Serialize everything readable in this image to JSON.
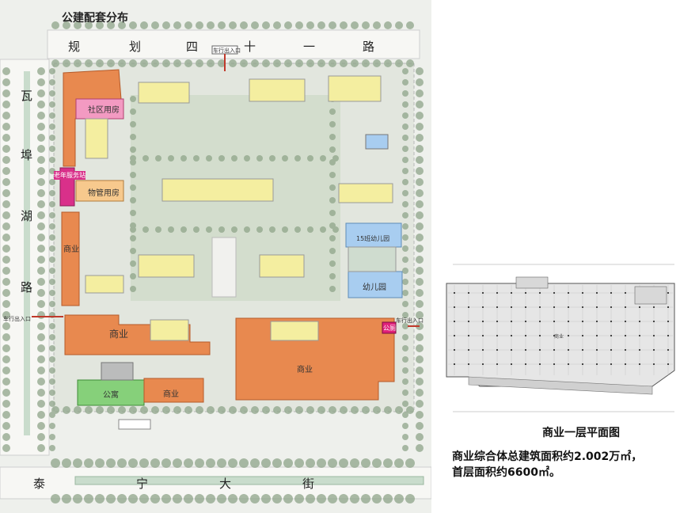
{
  "plan": {
    "title": "公建配套分布",
    "roads": {
      "north": [
        "规",
        "划",
        "四",
        "十",
        "一",
        "路"
      ],
      "west": [
        "瓦",
        "埠",
        "湖",
        "路"
      ],
      "south": [
        "泰",
        "宁",
        "大",
        "街"
      ]
    },
    "zones": {
      "community_room": "社区用房",
      "elderly_service": "老年服务站",
      "property_room": "物管用房",
      "commercial_west": "商业",
      "commercial_mid": "商业",
      "commercial_large": "商业",
      "commercial_sw": "商业",
      "apartment": "公寓",
      "kindergarten": "幼儿园",
      "kindergarten_tag": "15班幼儿园",
      "public_toilet": "公厕",
      "entrance_north": "车行出入口",
      "entrance_west": "车行出入口",
      "entrance_east": "车行出入口"
    },
    "colors": {
      "commercial": "#e8894f",
      "residential": "#f4eea0",
      "community": "#f39ac2",
      "elderly": "#d9308a",
      "property": "#f7c98d",
      "apartment": "#86d07a",
      "kindergarten": "#a8cdf0",
      "toilet": "#e0207a",
      "tree": "#8fa58a"
    }
  },
  "floorplan": {
    "caption": "商业一层平面图",
    "center_label": "商业"
  },
  "notes": [
    "商业综合体总建筑面积约2.002万㎡，",
    "首层面积约6600㎡。"
  ]
}
